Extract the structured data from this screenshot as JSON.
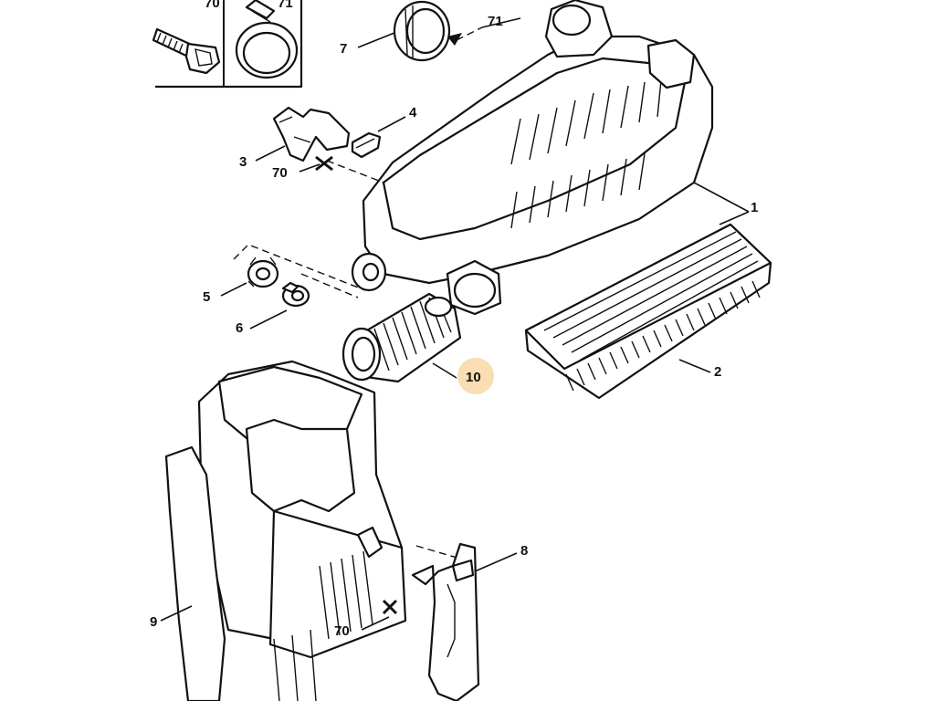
{
  "diagram": {
    "labels": {
      "p1": "1",
      "p2": "2",
      "p3": "3",
      "p4": "4",
      "p5": "5",
      "p6": "6",
      "p7": "7",
      "p8": "8",
      "p9": "9",
      "p10": "10",
      "p70_top": "70",
      "p71_top": "71",
      "p70_mid": "70",
      "p71_mid": "71",
      "p70_bottom": "70"
    },
    "highlighted_part": "10",
    "highlight_color": "#f8d7a6"
  }
}
